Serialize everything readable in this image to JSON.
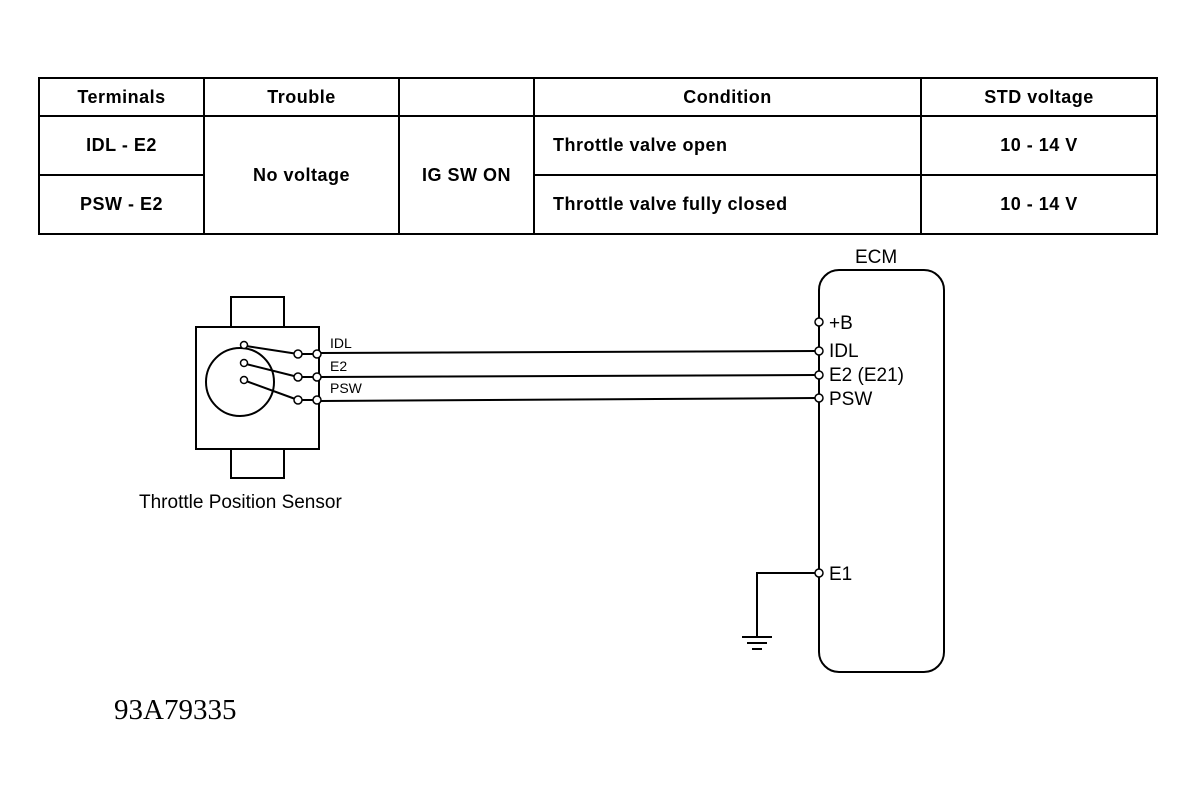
{
  "table": {
    "headers": {
      "terminals": "Terminals",
      "trouble": "Trouble",
      "blank": "",
      "condition": "Condition",
      "std_voltage": "STD voltage"
    },
    "rows": [
      {
        "terminals": "IDL -  E2",
        "condition": "Throttle valve open",
        "std_voltage": "10 - 14 V"
      },
      {
        "terminals": "PSW - E2",
        "condition": "Throttle valve fully closed",
        "std_voltage": "10 - 14 V"
      }
    ],
    "trouble": "No voltage",
    "switch_state": "IG SW ON"
  },
  "diagram": {
    "sensor_label": "Throttle Position Sensor",
    "sensor_wires": [
      "IDL",
      "E2",
      "PSW"
    ],
    "ecm_title": "ECM",
    "ecm_terminals": [
      "+B",
      "IDL",
      "E2 (E21)",
      "PSW",
      "E1"
    ],
    "ground_symbol": "ground-icon"
  },
  "figure_code": "93A79335"
}
